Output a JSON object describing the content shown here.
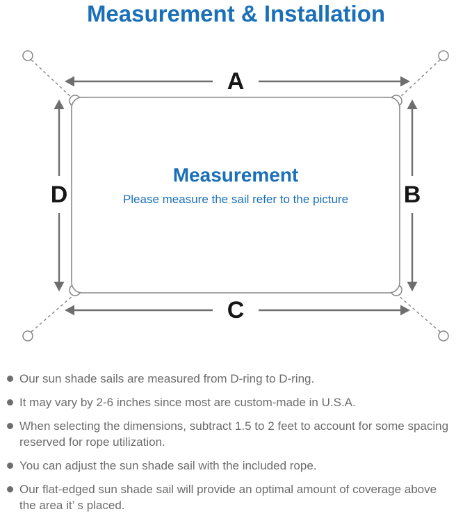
{
  "title": "Measurement & Installation",
  "colors": {
    "accent_blue": "#1a70b8",
    "line_gray": "#8a8a8a",
    "arrow_gray": "#6e6e6e",
    "note_text_gray": "#6b6b6b",
    "dim_label_black": "#161616"
  },
  "diagram": {
    "dimension_labels": {
      "top": "A",
      "right": "B",
      "bottom": "C",
      "left": "D"
    },
    "center_title": "Measurement",
    "center_subtitle": "Please measure the sail refer to the picture"
  },
  "notes": {
    "items": [
      {
        "lines": [
          "Our sun shade sails are measured from D-ring to D-ring."
        ]
      },
      {
        "lines": [
          "It may vary by 2-6 inches since most are custom-made in U.S.A."
        ]
      },
      {
        "lines": [
          "When selecting the dimensions, subtract 1.5 to 2 feet to account for some spacing",
          "reserved for rope utilization."
        ]
      },
      {
        "lines": [
          "You can adjust the sun shade sail with the included rope."
        ]
      },
      {
        "lines": [
          "Our flat-edged sun shade sail will provide an optimal amount of coverage above",
          "the area it’ s placed."
        ]
      }
    ]
  }
}
